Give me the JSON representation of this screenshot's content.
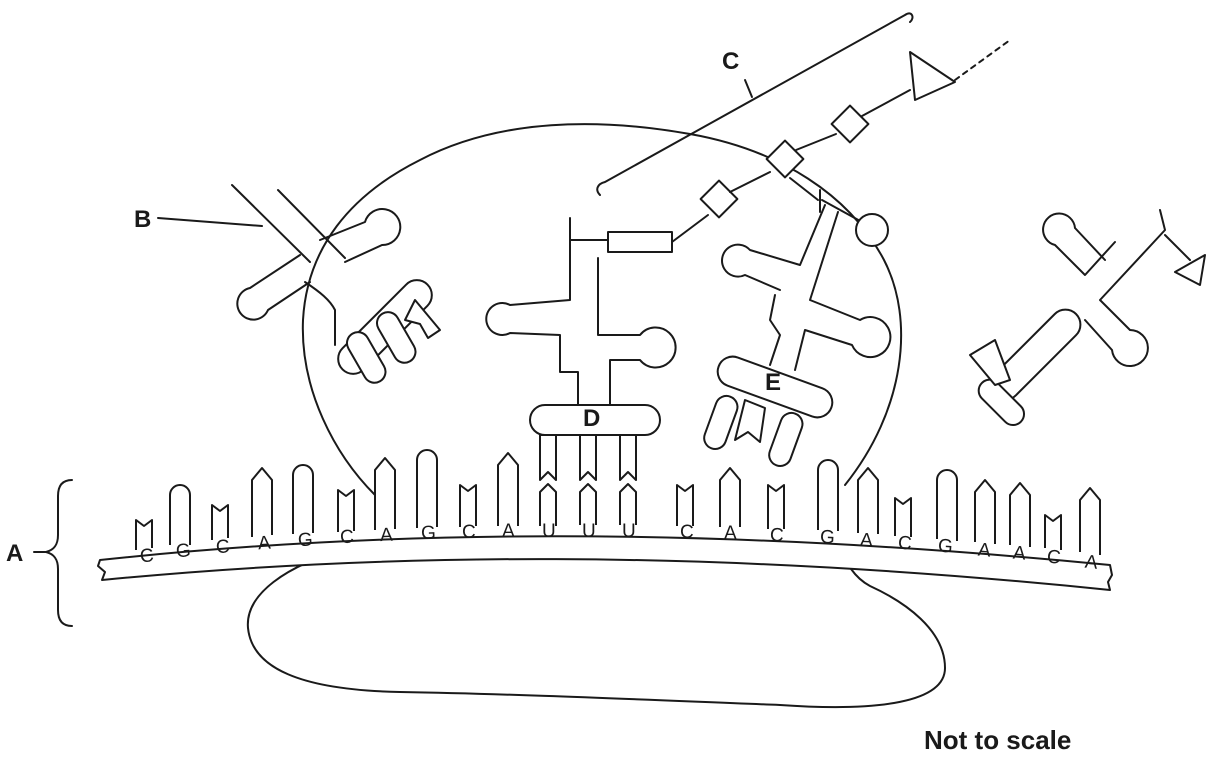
{
  "labels": {
    "a": "A",
    "b": "B",
    "c": "C",
    "d": "D",
    "e": "E"
  },
  "note": "Not to scale",
  "mrna": {
    "bases": [
      "C",
      "G",
      "C",
      "A",
      "G",
      "C",
      "A",
      "G",
      "C",
      "A",
      "U",
      "U",
      "U",
      "C",
      "A",
      "C",
      "G",
      "A",
      "C",
      "G",
      "A",
      "A",
      "C",
      "A"
    ]
  }
}
